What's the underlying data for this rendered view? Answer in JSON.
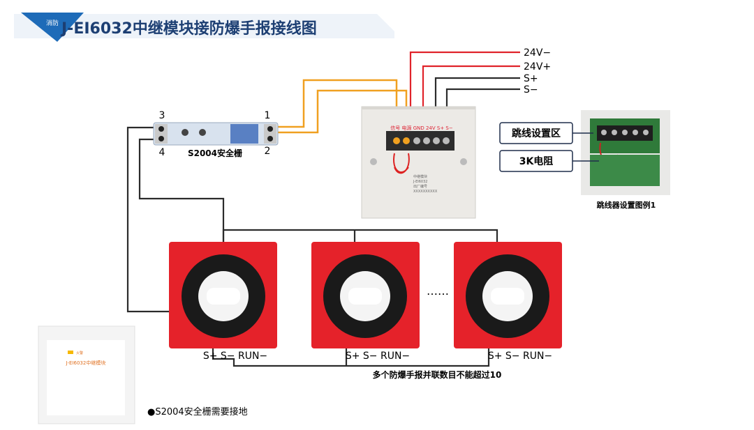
{
  "title": "J-EI6032中继模块接防爆手报接线图",
  "logo": {
    "text": "消防",
    "color": "#1e6bb8"
  },
  "barrier": {
    "name": "S2004安全栅",
    "terminal_labels": [
      "3",
      "4",
      "1",
      "2"
    ]
  },
  "module": {
    "terminal_strip": "信号 电源 GND 24V S+ S−",
    "label_lines": [
      "中继模块",
      "J-EI6032",
      "出厂编号",
      "XXXXXXXXXX"
    ]
  },
  "bus_labels": [
    "24V−",
    "24V+",
    "S+",
    "S−"
  ],
  "jumper_inset": {
    "callouts": [
      "跳线设置区",
      "3K电阻"
    ],
    "caption": "跳线器设置图例1"
  },
  "call_points": {
    "terminal_text": "S+ S− RUN−",
    "ellipsis": "……",
    "note": "多个防爆手报并联数目不能超过10"
  },
  "product": {
    "brand": "J-EI6032中继模块",
    "led": "火警"
  },
  "footer_note": "●S2004安全栅需要接地",
  "colors": {
    "accent": "#1e6bb8",
    "wire_red": "#e0232a",
    "wire_orange": "#f0a020",
    "wire_black": "#2b2b2b",
    "call_point": "#e5222a"
  }
}
